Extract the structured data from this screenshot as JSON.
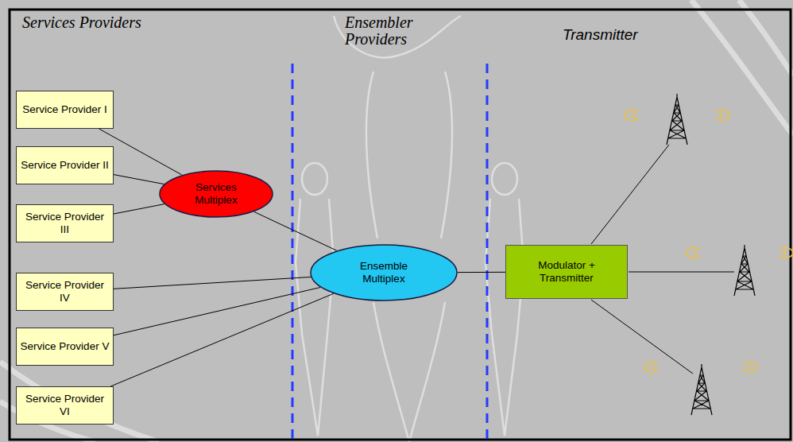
{
  "diagram": {
    "nodes": [
      {
        "text": [
          "Service Provider I"
        ]
      },
      {
        "text": [
          "Service Provider II"
        ]
      },
      {
        "text": [
          "Service Provider III"
        ]
      },
      {
        "text": [
          "Service Provider IV"
        ]
      },
      {
        "text": [
          "Service Provider V"
        ]
      },
      {
        "text": [
          "Service Provider VI"
        ]
      },
      {
        "text": [
          "Services Multiplex"
        ]
      },
      {
        "text": [
          "Ensemble Multiplex"
        ]
      },
      {
        "text": [
          "Modulator + Transmitter"
        ]
      }
    ],
    "edges": [
      {
        "from": 0,
        "to": 6,
        "arrow": "none"
      },
      {
        "from": 1,
        "to": 6,
        "arrow": "none"
      },
      {
        "from": 2,
        "to": 6,
        "arrow": "none"
      },
      {
        "from": 6,
        "to": 7,
        "arrow": "none"
      },
      {
        "from": 3,
        "to": 7,
        "arrow": "none"
      },
      {
        "from": 4,
        "to": 7,
        "arrow": "none"
      },
      {
        "from": 5,
        "to": 7,
        "arrow": "none"
      },
      {
        "from": 7,
        "to": 8,
        "arrow": "none"
      }
    ],
    "labels": [
      "Services Providers",
      "Ensembler Providers",
      "Transmitter"
    ]
  }
}
